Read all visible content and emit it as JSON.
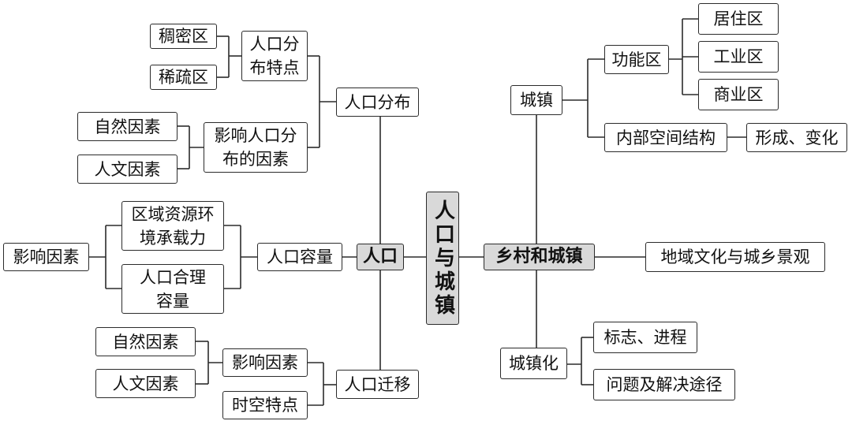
{
  "root": "人口与城镇",
  "population": {
    "label": "人口",
    "distribution": {
      "label": "人口分布",
      "features": {
        "label": "人口分\n布特点",
        "items": [
          "稠密区",
          "稀疏区"
        ]
      },
      "factors": {
        "label": "影响人口分\n布的因素",
        "items": [
          "自然因素",
          "人文因素"
        ]
      }
    },
    "capacity": {
      "label": "人口容量",
      "resource": "区域资源环\n境承载力",
      "reasonable": "人口合理\n容量",
      "influence": "影响因素"
    },
    "migration": {
      "label": "人口迁移",
      "factors": {
        "label": "影响因素",
        "items": [
          "自然因素",
          "人文因素"
        ]
      },
      "spatiotemporal": "时空特点"
    }
  },
  "rural_urban": {
    "label": "乡村和城镇",
    "town": {
      "label": "城镇",
      "functional": {
        "label": "功能区",
        "items": [
          "居住区",
          "工业区",
          "商业区"
        ]
      },
      "internal": {
        "label": "内部空间结构",
        "detail": "形成、变化"
      }
    },
    "culture": "地域文化与城乡景观",
    "urbanization": {
      "label": "城镇化",
      "items": [
        "标志、进程",
        "问题及解决途径"
      ]
    }
  }
}
